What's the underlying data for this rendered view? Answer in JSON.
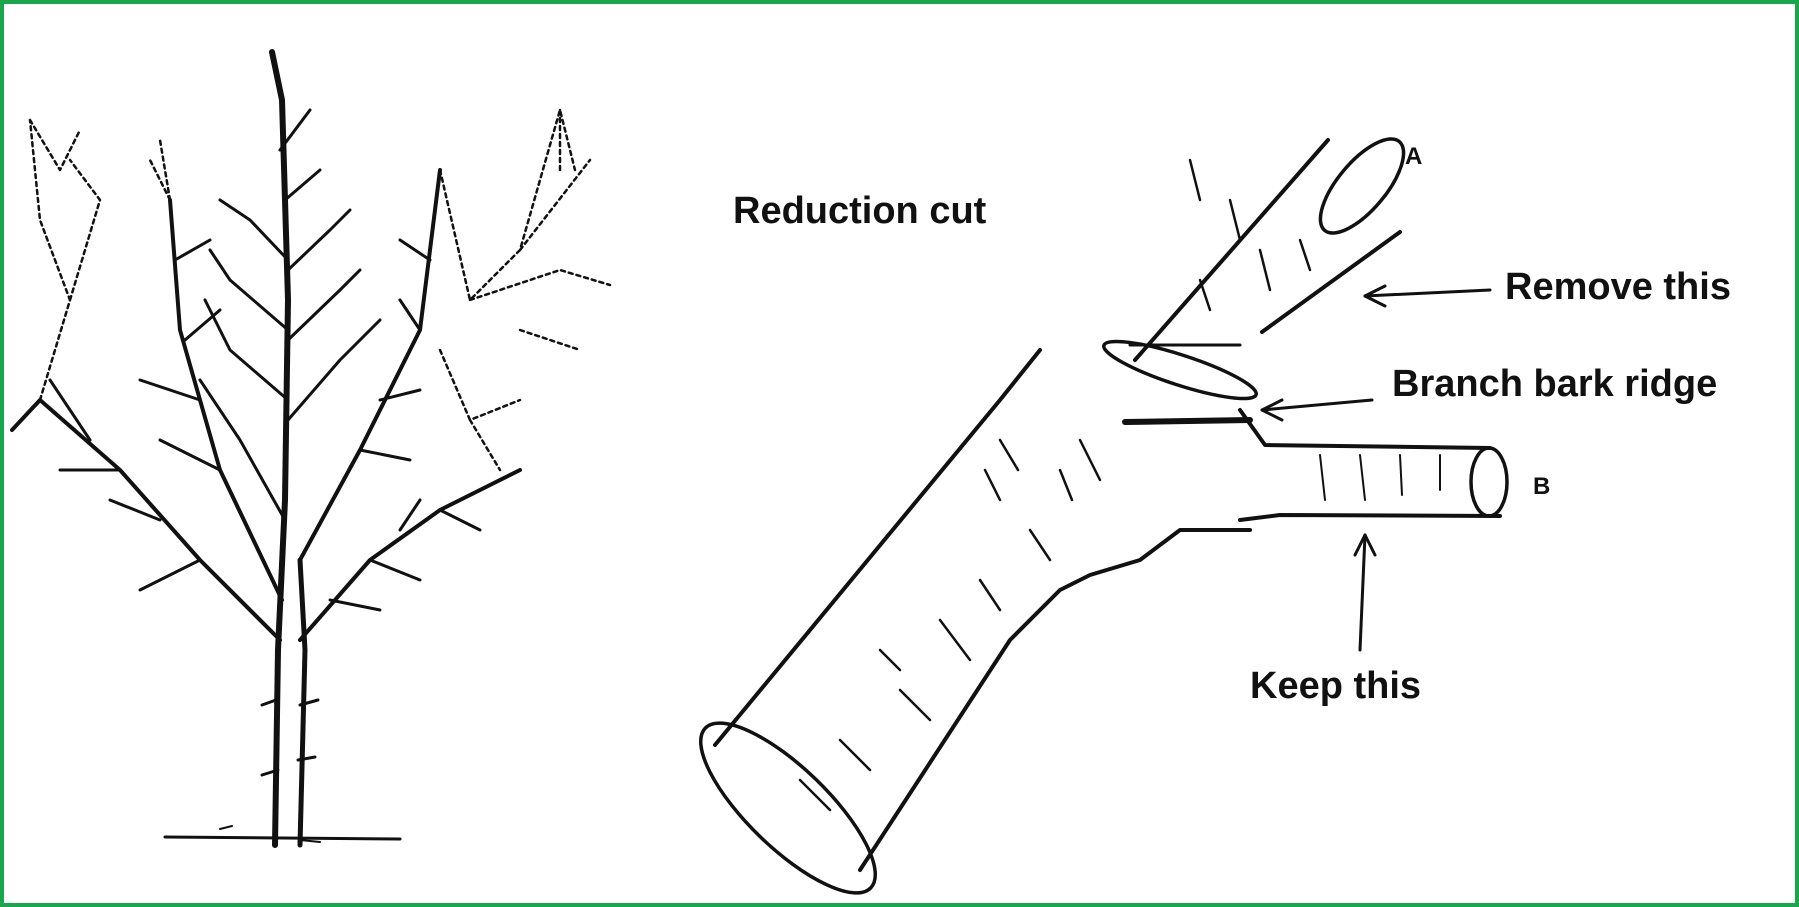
{
  "diagram": {
    "title": "Reduction cut",
    "letter_a": "A",
    "letter_b": "B",
    "remove_label": "Remove this",
    "ridge_label": "Branch bark ridge",
    "keep_label": "Keep this",
    "frame_color": "#1aa64a",
    "ink_color": "#111111"
  }
}
